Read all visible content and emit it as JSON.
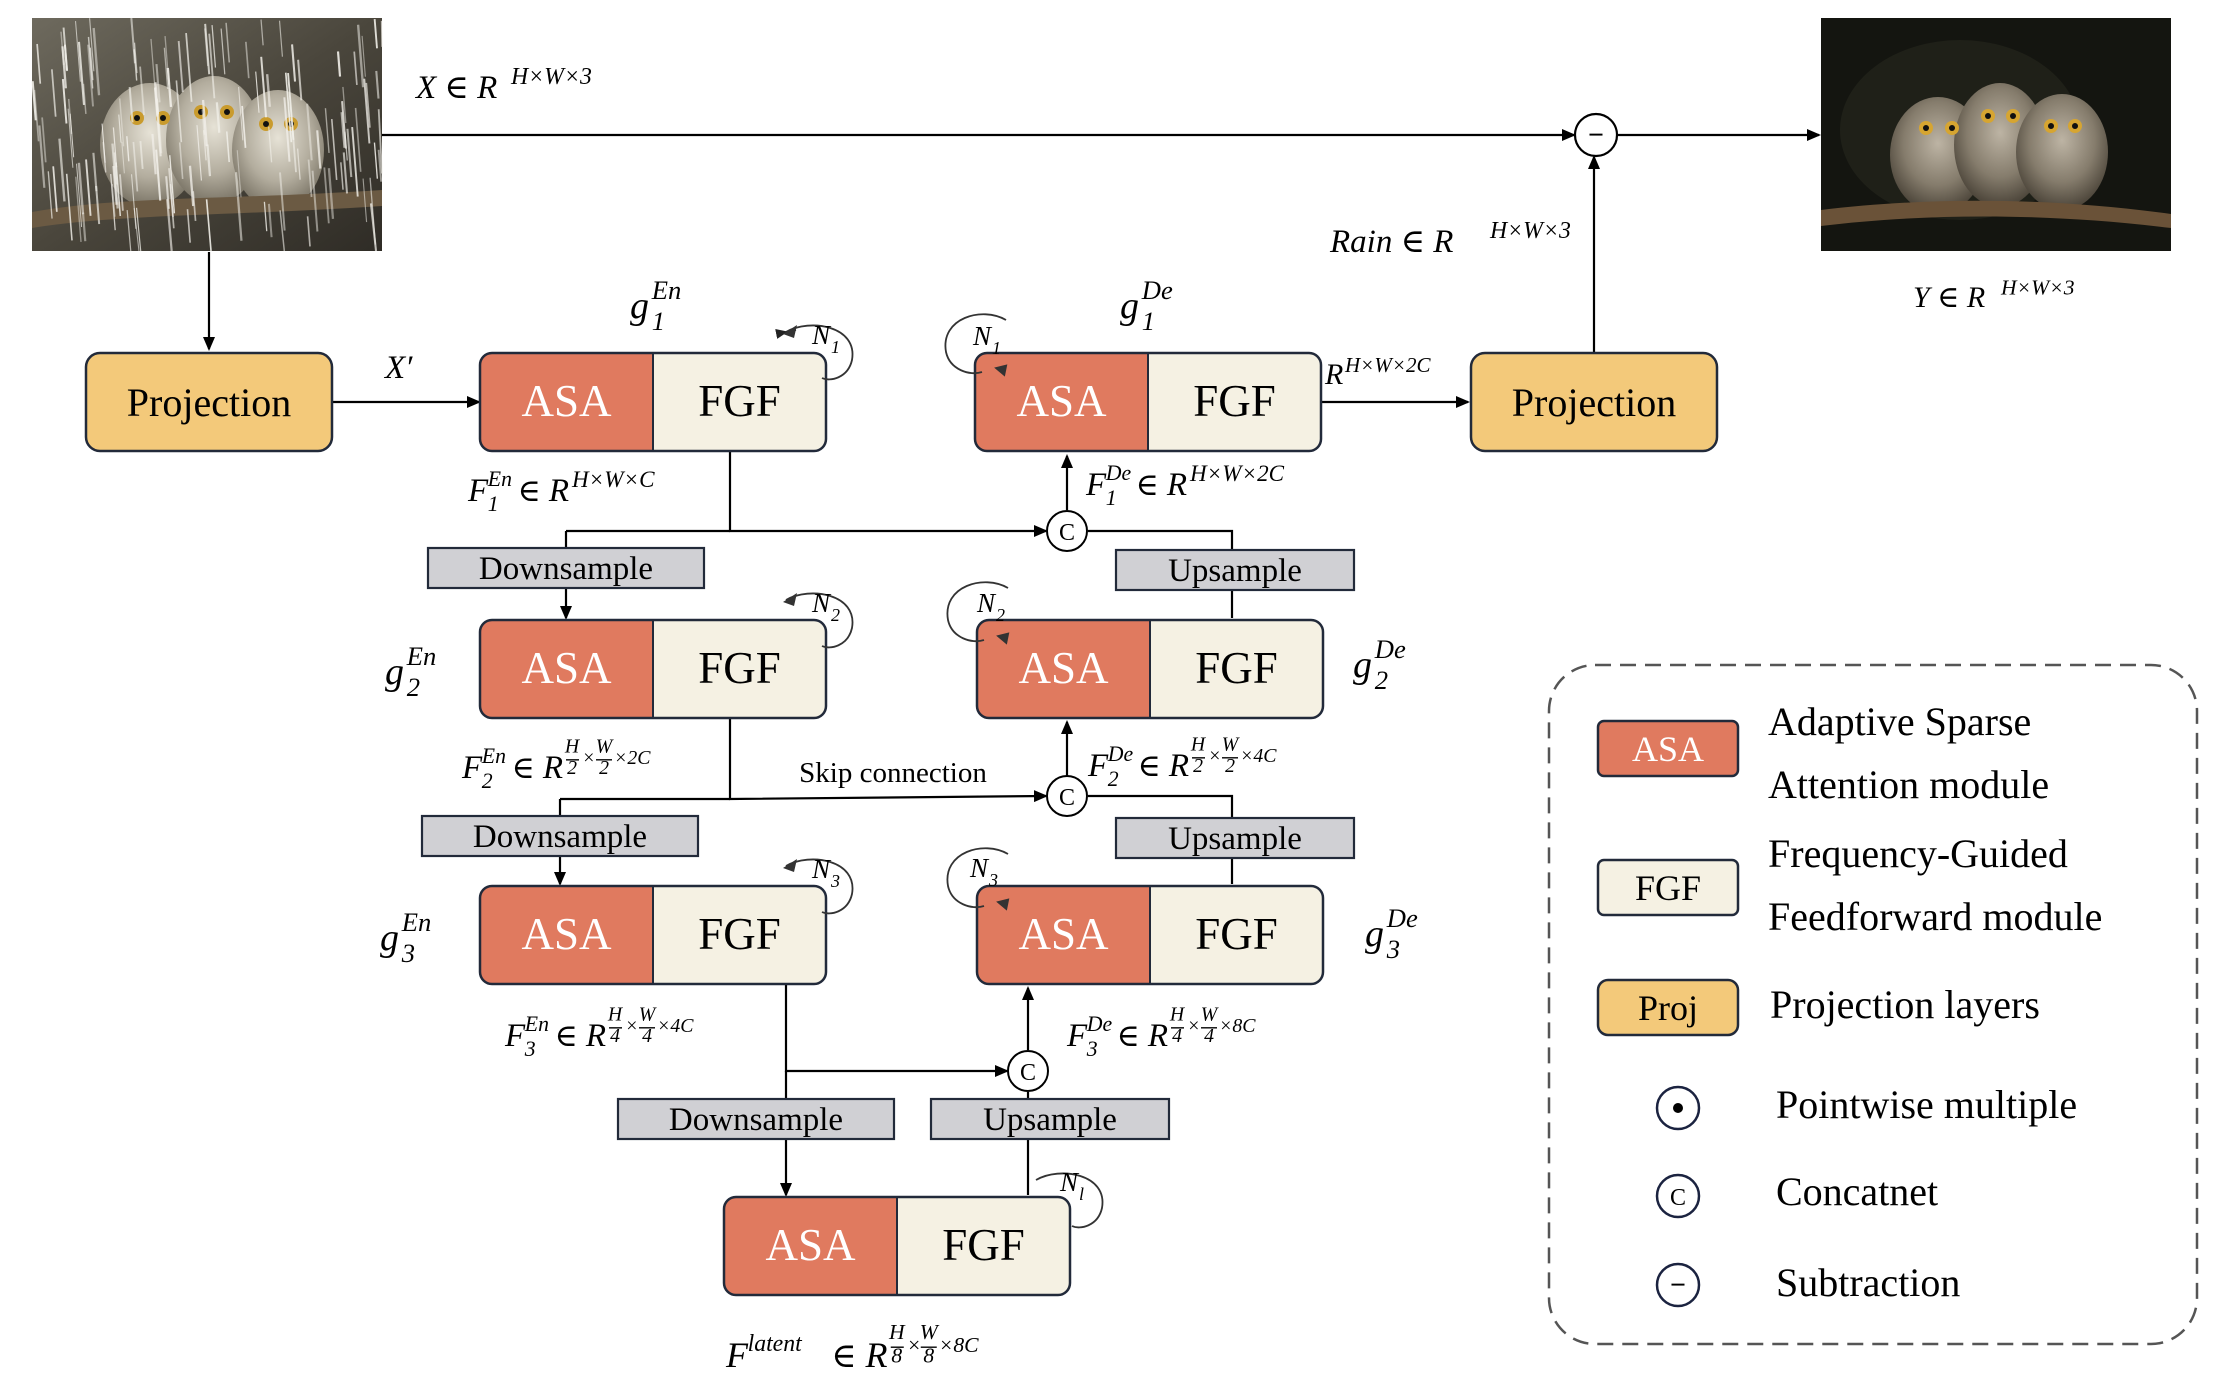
{
  "blocks": {
    "asa_label": "ASA",
    "fgf_label": "FGF",
    "projection_label": "Projection",
    "downsample_label": "Downsample",
    "upsample_label": "Upsample",
    "skip_label": "Skip connection"
  },
  "symbols": {
    "concat": "C",
    "subtract": "−",
    "member": "∈",
    "times": "×"
  },
  "math": {
    "x_input": {
      "base": "X",
      "space": "R",
      "sup": "H×W×3"
    },
    "x_prime": "X′",
    "rain": {
      "base": "Rain",
      "space": "R",
      "sup": "H×W×3"
    },
    "y_output": {
      "base": "Y",
      "space": "R",
      "sup": "H×W×3"
    },
    "r_2c": {
      "space": "R",
      "sup": "H×W×2C"
    },
    "g1en": {
      "base": "g",
      "sub": "1",
      "sup": "En"
    },
    "g2en": {
      "base": "g",
      "sub": "2",
      "sup": "En"
    },
    "g3en": {
      "base": "g",
      "sub": "3",
      "sup": "En"
    },
    "g1de": {
      "base": "g",
      "sub": "1",
      "sup": "De"
    },
    "g2de": {
      "base": "g",
      "sub": "2",
      "sup": "De"
    },
    "g3de": {
      "base": "g",
      "sub": "3",
      "sup": "De"
    },
    "f1en": {
      "base": "F",
      "sub": "1",
      "sup": "En",
      "space": "R",
      "tail": "H×W×C"
    },
    "f2en": {
      "base": "F",
      "sub": "2",
      "sup": "En",
      "space": "R",
      "tail": "×2C"
    },
    "f3en": {
      "base": "F",
      "sub": "3",
      "sup": "En",
      "space": "R",
      "tail": "×4C"
    },
    "f1de": {
      "base": "F",
      "sub": "1",
      "sup": "De",
      "space": "R",
      "tail": "H×W×2C"
    },
    "f2de": {
      "base": "F",
      "sub": "2",
      "sup": "De",
      "space": "R",
      "tail": "×4C"
    },
    "f3de": {
      "base": "F",
      "sub": "3",
      "sup": "De",
      "space": "R",
      "tail": "×8C"
    },
    "flatent": {
      "base": "F",
      "sup": "latent",
      "space": "R",
      "tail": "×8C"
    },
    "frac_h": "H",
    "frac_w": "W",
    "den2": "2",
    "den4": "4",
    "den8": "8",
    "n1": {
      "base": "N",
      "sub": "1"
    },
    "n2": {
      "base": "N",
      "sub": "2"
    },
    "n3": {
      "base": "N",
      "sub": "3"
    },
    "nl": {
      "base": "N",
      "sub": "l"
    }
  },
  "legend": {
    "asa_swatch": "ASA",
    "asa_line1": "Adaptive Sparse",
    "asa_line2": "Attention module",
    "fgf_swatch": "FGF",
    "fgf_line1": "Frequency-Guided",
    "fgf_line2": "Feedforward module",
    "proj_swatch": "Proj",
    "proj_text": "Projection layers",
    "pointwise_text": "Pointwise multiple",
    "concat_text": "Concatnet",
    "subtract_text": "Subtraction"
  },
  "images": {
    "input_image": "rainy-owls-photo",
    "output_image": "clean-owls-photo"
  },
  "colors": {
    "asa": "#E07A5F",
    "fgf": "#F5F1E3",
    "projection": "#F3C97A",
    "sample": "#D0D0D4",
    "border": "#222A3A",
    "line": "#000000"
  }
}
